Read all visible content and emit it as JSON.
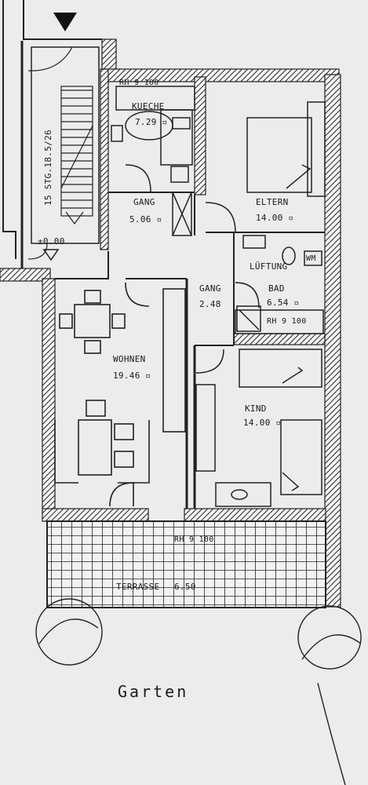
{
  "plan": {
    "rooms": {
      "kueche": {
        "name": "KUECHE",
        "area": "7.29 ▫"
      },
      "eltern": {
        "name": "ELTERN",
        "area": "14.00 ▫"
      },
      "gang_top": {
        "name": "GANG",
        "area": "5.06 ▫"
      },
      "lueftung": {
        "name": "LÜFTUNG"
      },
      "bad": {
        "name": "BAD",
        "area": "6.54 ▫"
      },
      "gang_mid": {
        "name": "GANG",
        "area": "2.48"
      },
      "wohnen": {
        "name": "WOHNEN",
        "area": "19.46 ▫"
      },
      "kind": {
        "name": "KIND",
        "area": "14.00 ▫"
      },
      "terrasse": {
        "name": "TERRASSE",
        "area": "6.50"
      }
    },
    "stair_label": "15 STG.18.5/26",
    "level_label": "±0.00",
    "height_marks": [
      "RH 9 100",
      "RH 9 100",
      "RH 9 100"
    ],
    "wm_label": "WM",
    "garden_label": "Garten"
  }
}
